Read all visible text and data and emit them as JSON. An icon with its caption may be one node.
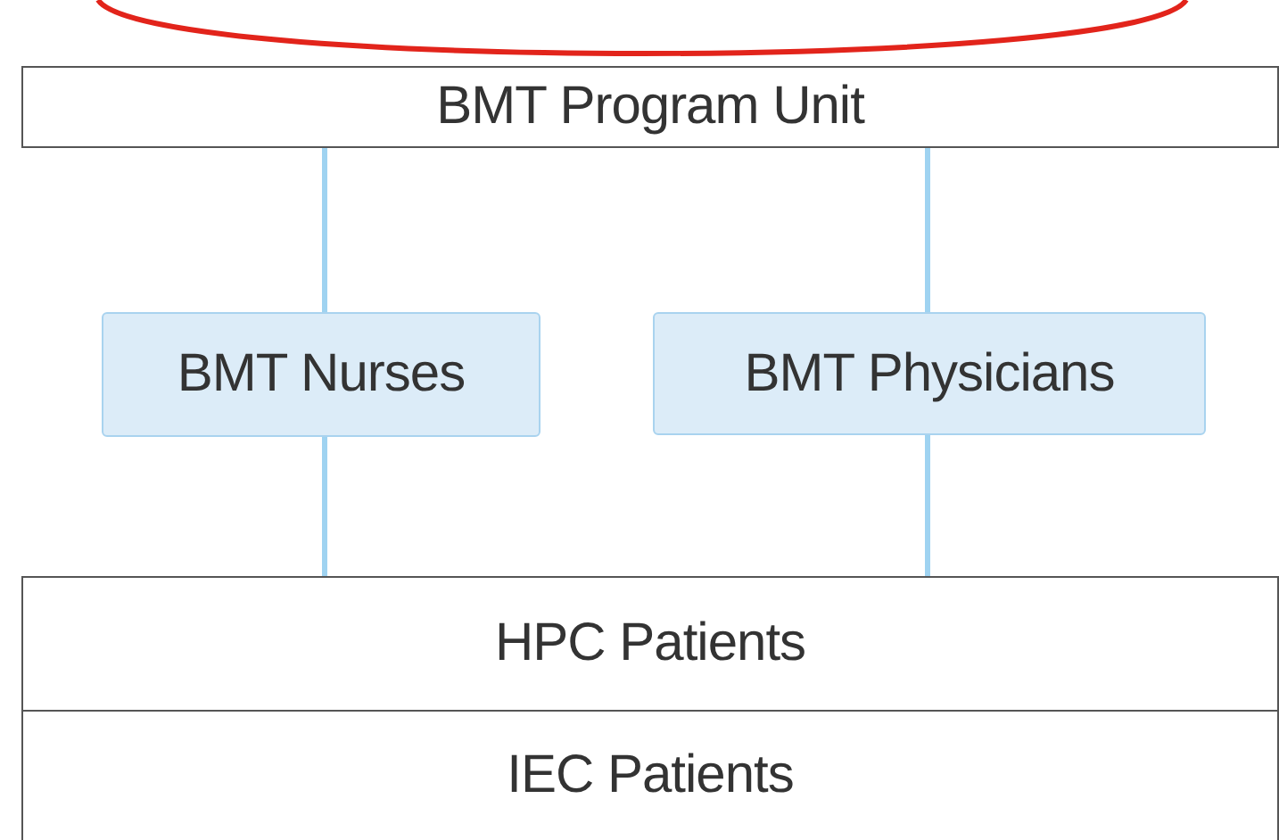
{
  "diagram": {
    "nodes": [
      {
        "text": [
          "BMT Program Unit"
        ]
      },
      {
        "text": [
          "BMT Nurses"
        ]
      },
      {
        "text": [
          "BMT Physicians"
        ]
      },
      {
        "text": [
          "HPC Patients"
        ]
      },
      {
        "text": [
          "IEC Patients"
        ]
      }
    ],
    "edges": [
      {
        "from": 0,
        "to": 1,
        "arrow": "none"
      },
      {
        "from": 1,
        "to": 3,
        "arrow": "none"
      },
      {
        "from": 0,
        "to": 2,
        "arrow": "none"
      },
      {
        "from": 2,
        "to": 3,
        "arrow": "none"
      }
    ]
  }
}
